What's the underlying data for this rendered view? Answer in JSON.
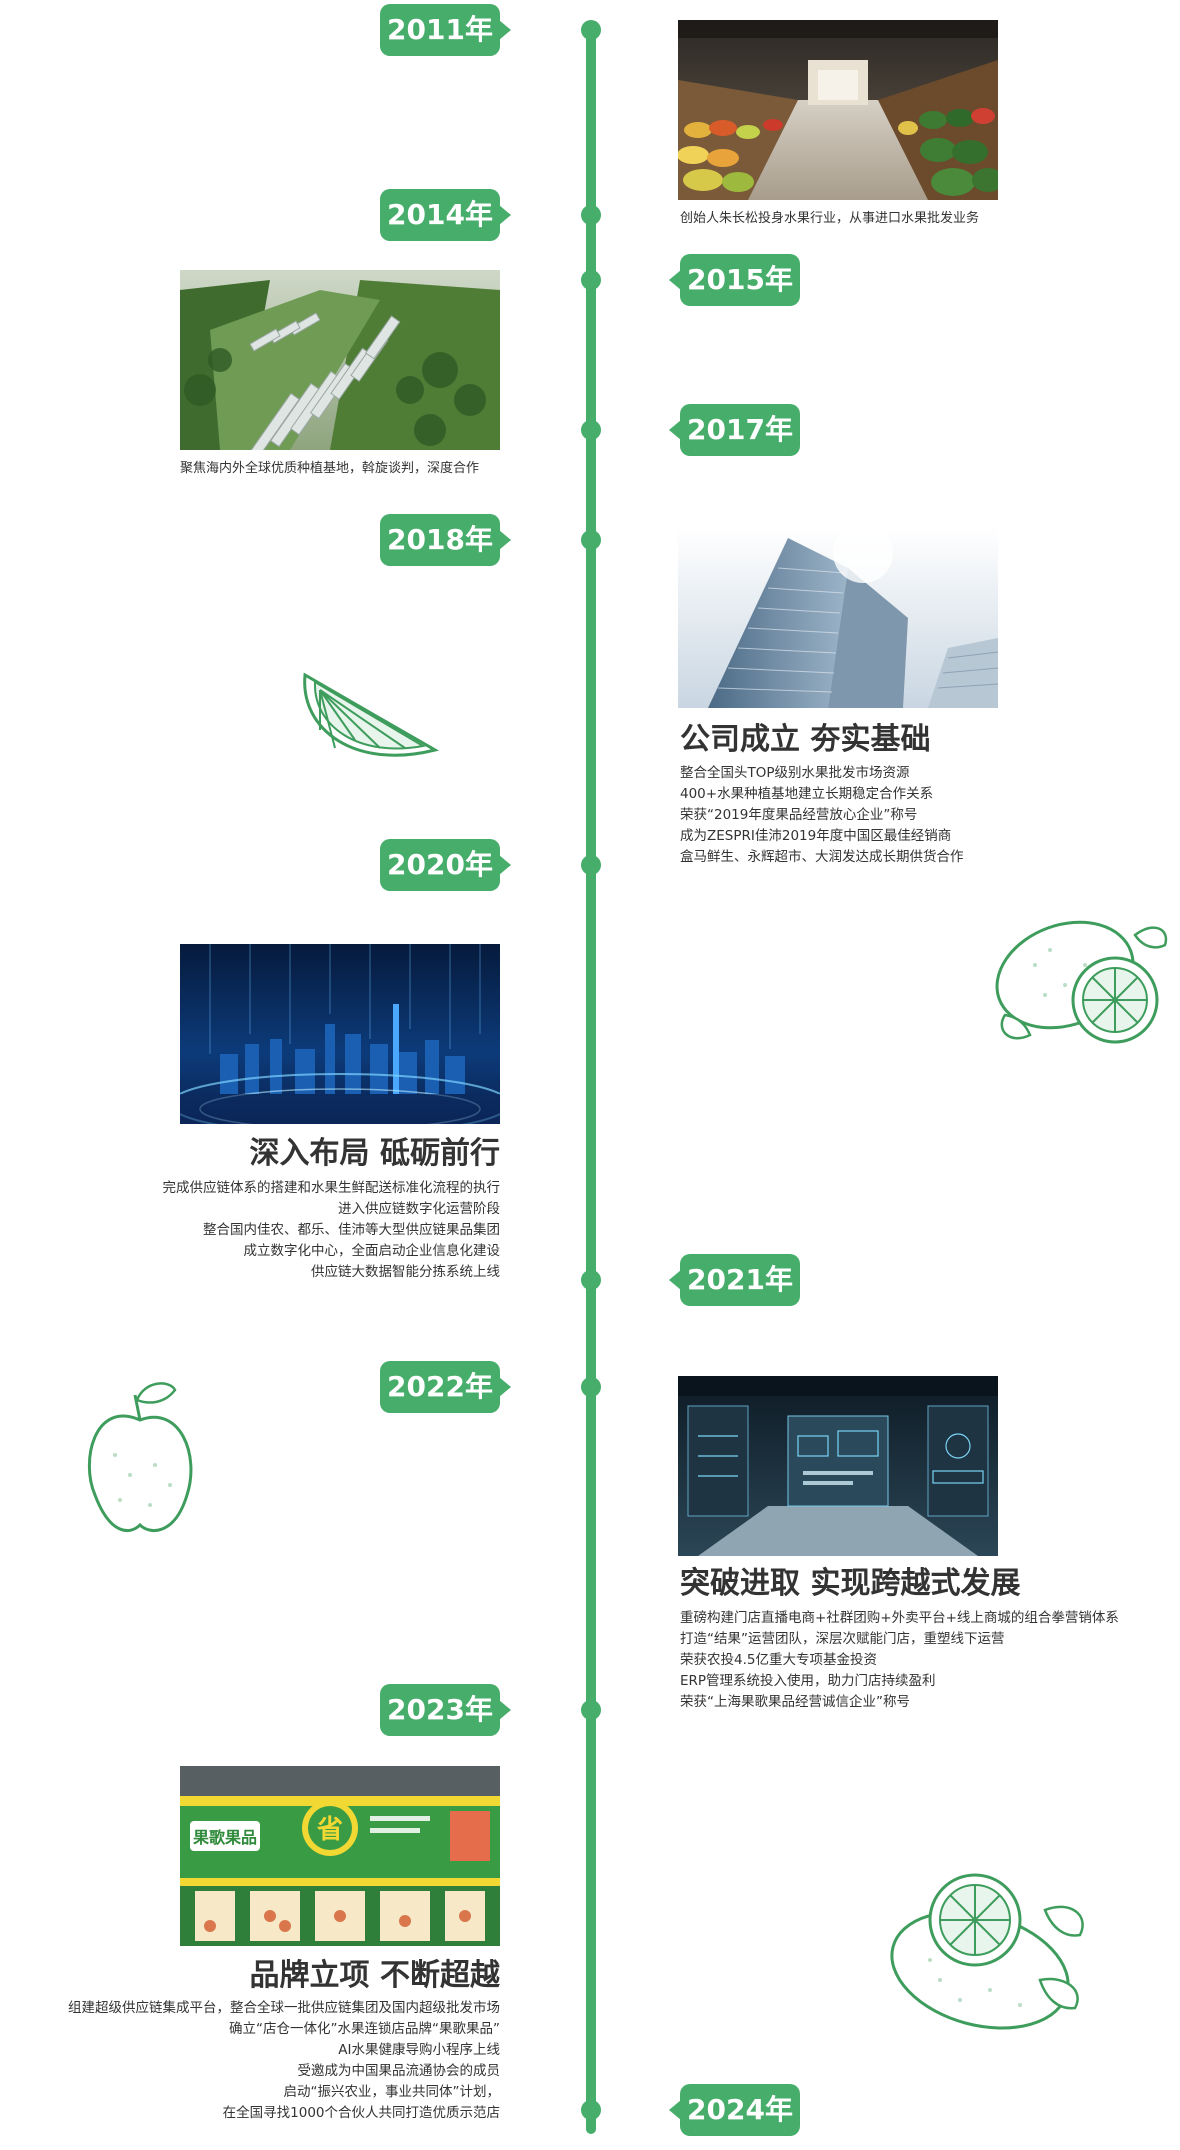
{
  "timeline": {
    "years": {
      "y2011": "2011年",
      "y2014": "2014年",
      "y2015": "2015年",
      "y2017": "2017年",
      "y2018": "2018年",
      "y2020": "2020年",
      "y2021": "2021年",
      "y2022": "2022年",
      "y2023": "2023年",
      "y2024": "2024年"
    },
    "colors": {
      "accent": "#46ad6a",
      "text": "#333333"
    }
  },
  "entries": {
    "founding": {
      "caption": "创始人朱长松投身水果行业，从事进口水果批发业务",
      "image": "supermarket-fruit-aisle-photo"
    },
    "sourcing": {
      "caption": "聚焦海内外全球优质种植基地，斡旋谈判，深度合作",
      "image": "greenhouse-valley-aerial-photo"
    },
    "company": {
      "heading": "公司成立 夯实基础",
      "image": "office-tower-photo",
      "lines": [
        "整合全国头TOP级别水果批发市场资源",
        "400+水果种植基地建立长期稳定合作关系",
        "荣获“2019年度果品经营放心企业”称号",
        "成为ZESPRI佳沛2019年度中国区最佳经销商",
        "盒马鲜生、永辉超市、大润发达成长期供货合作"
      ]
    },
    "deepen": {
      "heading": "深入布局 砥砺前行",
      "image": "digital-city-skyline-photo",
      "lines": [
        "完成供应链体系的搭建和水果生鲜配送标准化流程的执行",
        "进入供应链数字化运营阶段",
        "整合国内佳农、都乐、佳沛等大型供应链果品集团",
        "成立数字化中心，全面启动企业信息化建设",
        "供应链大数据智能分拣系统上线"
      ]
    },
    "breakthrough": {
      "heading": "突破进取  实现跨越式发展",
      "image": "data-center-photo",
      "lines": [
        "重磅构建门店直播电商+社群团购+外卖平台+线上商城的组合拳营销体系",
        "打造“结果”运营团队，深层次赋能门店，重塑线下运营",
        "荣获农投4.5亿重大专项基金投资",
        "ERP管理系统投入使用，助力门店持续盈利",
        "荣获“上海果歌果品经营诚信企业”称号"
      ]
    },
    "brand": {
      "heading": "品牌立项 不断超越",
      "image": "guoge-store-front-photo",
      "store_sign": "果歌果品",
      "badge_char": "省",
      "lines": [
        "组建超级供应链集成平台，整合全球一批供应链集团及国内超级批发市场",
        "确立“店仓一体化”水果连锁店品牌“果歌果品”",
        "AI水果健康导购小程序上线",
        "受邀成为中国果品流通协会的成员",
        "启动“振兴农业，事业共同体”计划，",
        "在全国寻找1000个合伙人共同打造优质示范店"
      ]
    }
  },
  "decorations": [
    "lime-slice-illustration",
    "lemon-illustration",
    "apple-illustration",
    "lime-pair-illustration"
  ]
}
